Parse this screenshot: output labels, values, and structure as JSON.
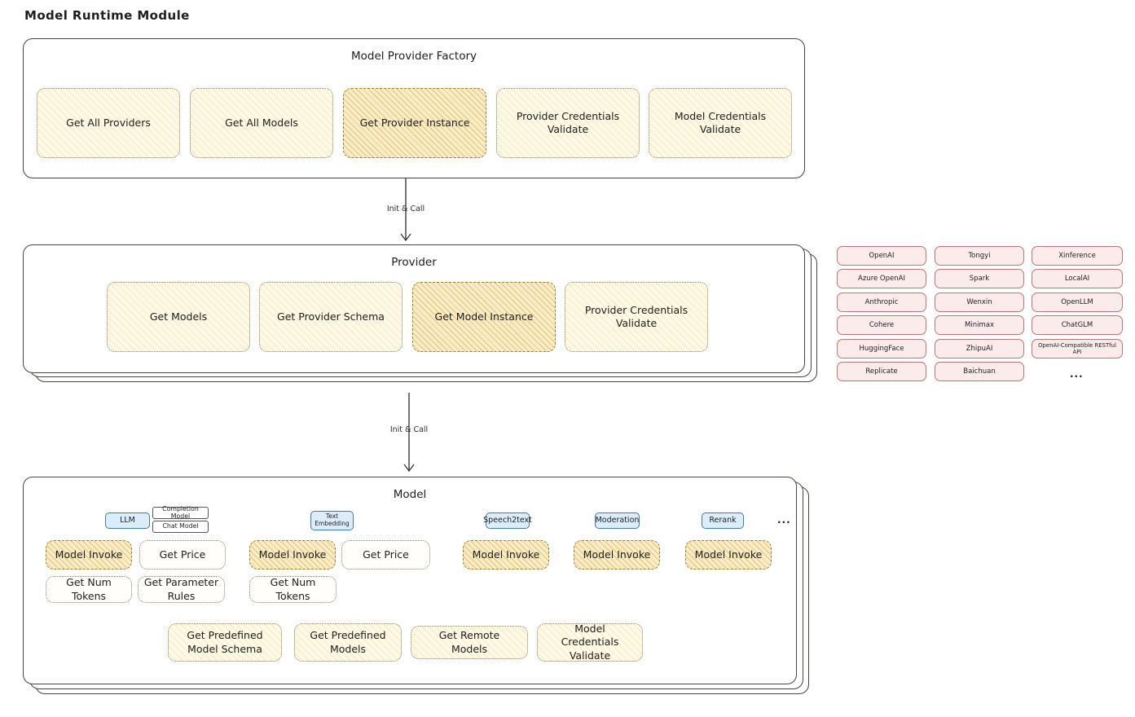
{
  "title": "Model Runtime Module",
  "colors": {
    "highlight_fill": "#f6dfa6",
    "yellow_fill": "#fdf9e4",
    "provider_chip_fill": "#fcebeb",
    "provider_chip_border": "#c07575",
    "tag_blue_fill": "#dbedfa",
    "tag_blue_border": "#4379ad",
    "outline": "#45453f"
  },
  "factory": {
    "title": "Model Provider Factory",
    "items": [
      {
        "label": "Get All Providers"
      },
      {
        "label": "Get All Models"
      },
      {
        "label": "Get Provider Instance"
      },
      {
        "label": "Provider Credentials Validate"
      },
      {
        "label": "Model Credentials Validate"
      }
    ]
  },
  "arrows": {
    "first": "Init & Call",
    "second": "Init & Call"
  },
  "provider": {
    "title": "Provider",
    "items": [
      {
        "label": "Get Models"
      },
      {
        "label": "Get Provider Schema"
      },
      {
        "label": "Get Model Instance"
      },
      {
        "label": "Provider Credentials Validate"
      }
    ]
  },
  "providers_grid": {
    "col1": [
      "OpenAI",
      "Azure OpenAI",
      "Anthropic",
      "Cohere",
      "HuggingFace",
      "Replicate"
    ],
    "col2": [
      "Tongyi",
      "Spark",
      "Wenxin",
      "Minimax",
      "ZhipuAI",
      "Baichuan"
    ],
    "col3": [
      "Xinference",
      "LocalAI",
      "OpenLLM",
      "ChatGLM",
      "OpenAI-Compatible RESTful API"
    ],
    "more": "..."
  },
  "model": {
    "title": "Model",
    "tags": {
      "llm": "LLM",
      "completion_model": "Completion Model",
      "chat_model": "Chat Model",
      "text_embedding": "Text Embedding",
      "speech2text": "Speech2text",
      "moderation": "Moderation",
      "rerank": "Rerank",
      "more": "..."
    },
    "ops": {
      "model_invoke": "Model Invoke",
      "get_price": "Get Price",
      "get_num_tokens": "Get Num Tokens",
      "get_parameter_rules": "Get Parameter Rules",
      "get_predefined_model_schema": "Get Predefined Model Schema",
      "get_predefined_models": "Get Predefined Models",
      "get_remote_models": "Get Remote Models",
      "model_credentials_validate": "Model Credentials Validate"
    }
  }
}
